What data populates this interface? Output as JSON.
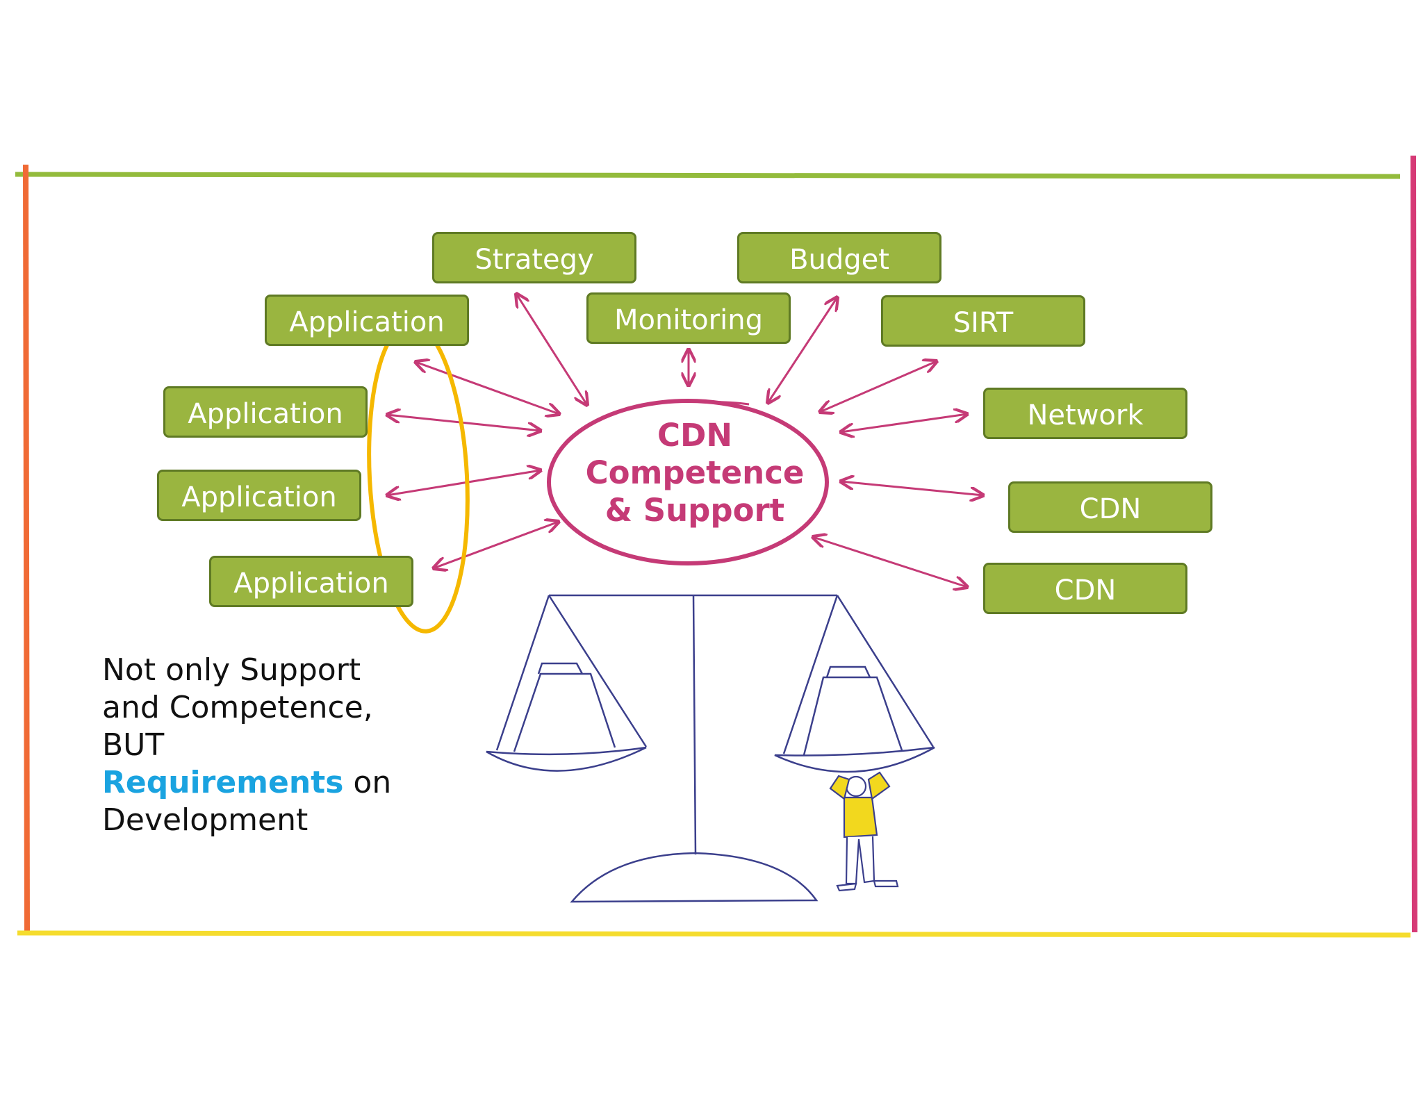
{
  "diagram": {
    "center": {
      "line1": "CDN",
      "line2": "Competence",
      "line3": "& Support"
    },
    "boxes": {
      "strategy": "Strategy",
      "budget": "Budget",
      "app_top": "Application",
      "monitoring": "Monitoring",
      "sirt": "SIRT",
      "app_2": "Application",
      "network": "Network",
      "app_3": "Application",
      "cdn_1": "CDN",
      "app_4": "Application",
      "cdn_2": "CDN"
    },
    "note": {
      "line1": "Not only Support",
      "line2": "and Competence,",
      "line3": "BUT",
      "highlight": "Requirements",
      "after_highlight": " on",
      "line5": "Development"
    },
    "colors": {
      "box_fill": "#9ab540",
      "box_border": "#5f7a24",
      "arrow": "#c53a76",
      "highlight_oval": "#f5b800",
      "scale": "#3b3f8c",
      "frame_top": "#93bb3c",
      "frame_left": "#f06a35",
      "frame_right": "#d63a76",
      "frame_bottom": "#f5dc2e",
      "requirements_text": "#1aa3e0"
    }
  }
}
